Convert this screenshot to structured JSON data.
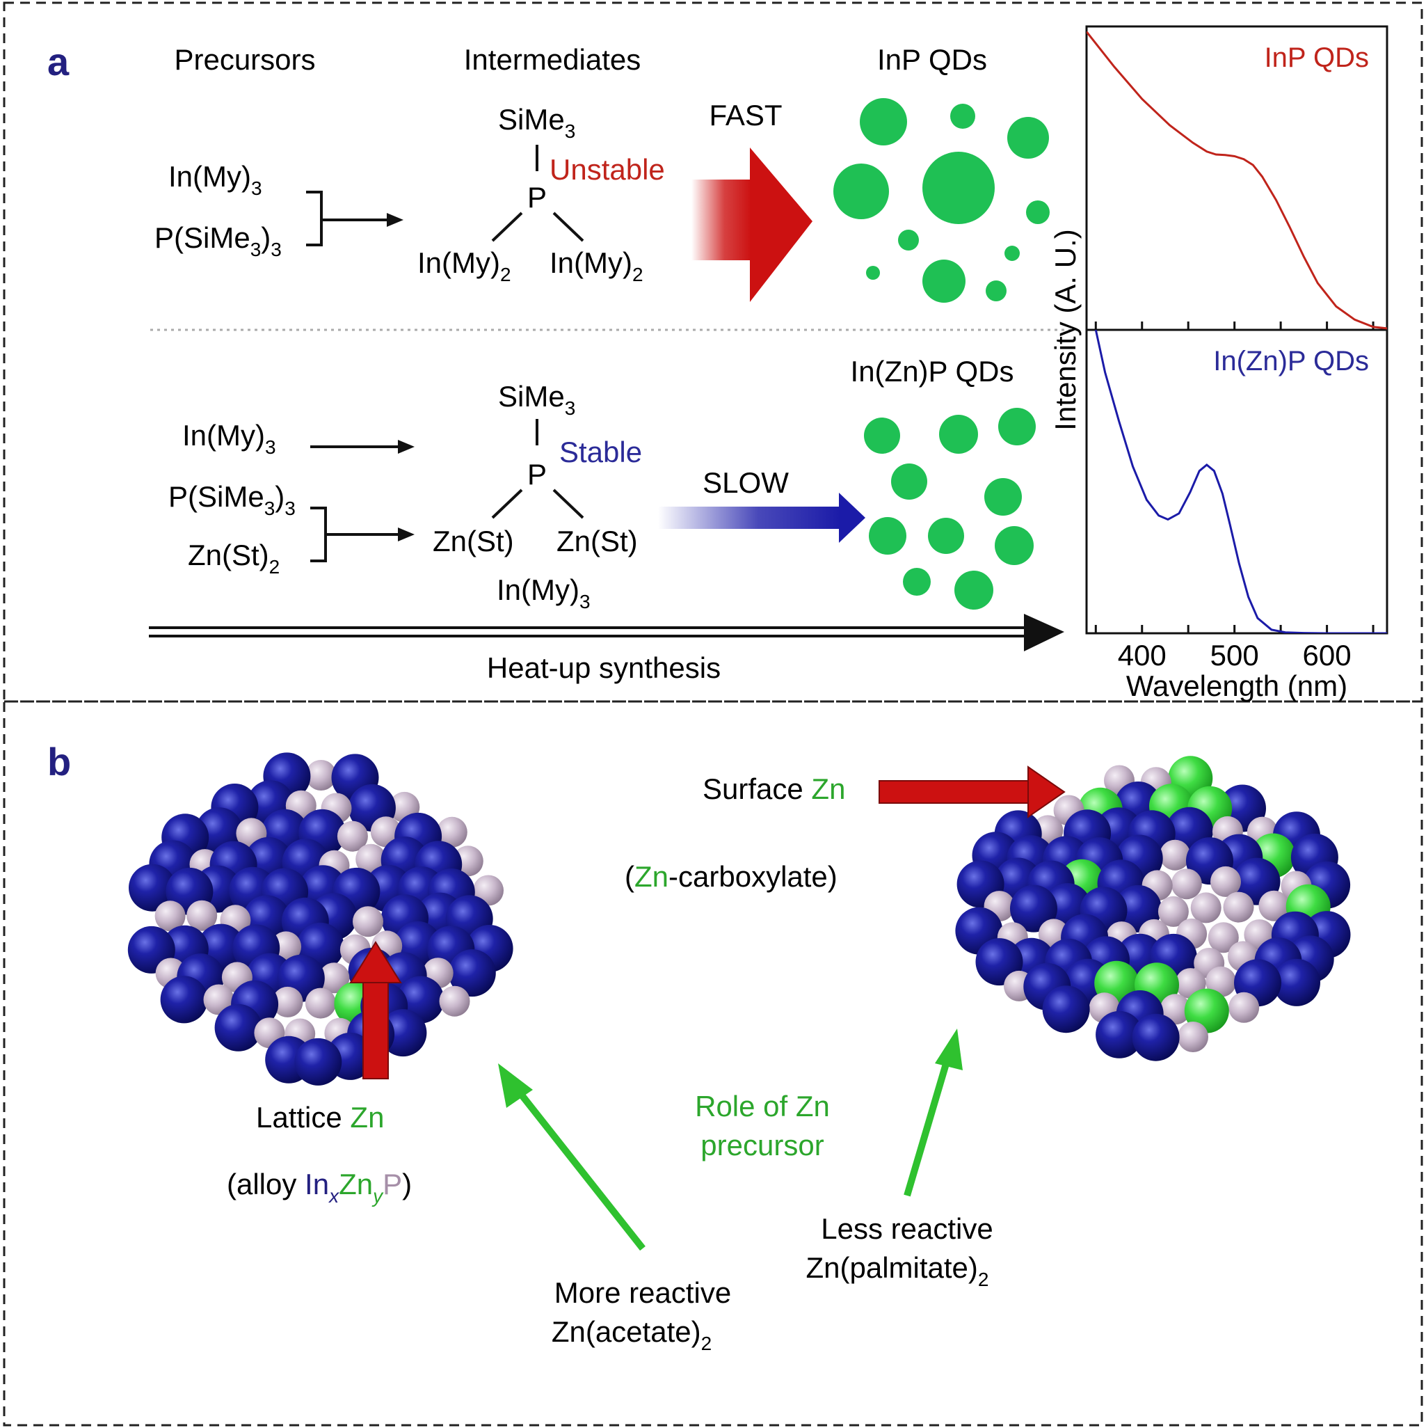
{
  "panel_a": {
    "letter": "a",
    "columns": {
      "precursors": "Precursors",
      "intermediates": "Intermediates",
      "inp_qds": "InP QDs"
    },
    "top": {
      "reagent1": {
        "base": "In(My)",
        "sub": "3"
      },
      "reagent2": {
        "base": "P(SiMe",
        "sub1": "3",
        "mid": ")",
        "sub2": "3"
      },
      "inter_top": {
        "base": "SiMe",
        "sub": "3"
      },
      "p_atom": "P",
      "stability": "Unstable",
      "ligand_left": {
        "base": "In(My)",
        "sub": "2"
      },
      "ligand_right": {
        "base": "In(My)",
        "sub": "2"
      },
      "rate": "FAST"
    },
    "bottom": {
      "qd_label": "In(Zn)P QDs",
      "reagent1": {
        "base": "In(My)",
        "sub": "3"
      },
      "reagent2": {
        "base": "P(SiMe",
        "sub1": "3",
        "mid": ")",
        "sub2": "3"
      },
      "reagent3": {
        "base": "Zn(St)",
        "sub": "2"
      },
      "inter_top": {
        "base": "SiMe",
        "sub": "3"
      },
      "p_atom": "P",
      "stability": "Stable",
      "ligand_left": "Zn(St)",
      "ligand_right": "Zn(St)",
      "ligand_below": {
        "base": "In(My)",
        "sub": "3"
      },
      "rate": "SLOW"
    },
    "process_label": "Heat-up synthesis",
    "spectra": {
      "ylabel": "Intensity (A. U.)",
      "xlabel": "Wavelength (nm)",
      "top_label": "InP QDs",
      "bottom_label": "In(Zn)P QDs",
      "x_ticks": [
        "400",
        "500",
        "600"
      ]
    }
  },
  "panel_b": {
    "letter": "b",
    "surface_label": {
      "pre": "Surface ",
      "zn": "Zn"
    },
    "surface_sub": {
      "open": "(",
      "zn": "Zn",
      "rest": "-carboxylate)"
    },
    "lattice_label": {
      "pre": "Lattice ",
      "zn": "Zn"
    },
    "alloy_label": {
      "pre": "(alloy ",
      "in": "In",
      "x": "x",
      "zn": "Zn",
      "y": "y",
      "p": "P",
      "close": ")"
    },
    "role_line1": "Role of Zn",
    "role_line2": "precursor",
    "more_line1": "More reactive",
    "more_line2": {
      "base": "Zn(acetate)",
      "sub": "2"
    },
    "less_line1": "Less reactive",
    "less_line2": {
      "base": "Zn(palmitate)",
      "sub": "2"
    }
  },
  "chart_data": [
    {
      "type": "line",
      "title": "InP QDs",
      "xlabel": "Wavelength (nm)",
      "ylabel": "Intensity (A. U.)",
      "xlim": [
        340,
        665
      ],
      "x_ticks": [
        400,
        500,
        600
      ],
      "series": [
        {
          "name": "InP QDs",
          "x": [
            340,
            370,
            400,
            430,
            455,
            470,
            480,
            490,
            500,
            510,
            520,
            530,
            545,
            560,
            575,
            590,
            610,
            630,
            650,
            665
          ],
          "y": [
            1.02,
            0.9,
            0.79,
            0.7,
            0.64,
            0.61,
            0.6,
            0.598,
            0.594,
            0.584,
            0.564,
            0.524,
            0.444,
            0.35,
            0.25,
            0.16,
            0.08,
            0.035,
            0.01,
            0.005
          ]
        }
      ]
    },
    {
      "type": "line",
      "title": "In(Zn)P QDs",
      "xlabel": "Wavelength (nm)",
      "ylabel": "Intensity (A. U.)",
      "xlim": [
        340,
        665
      ],
      "x_ticks": [
        400,
        500,
        600
      ],
      "series": [
        {
          "name": "In(Zn)P QDs",
          "x": [
            350,
            360,
            375,
            390,
            405,
            418,
            428,
            440,
            452,
            462,
            470,
            478,
            487,
            495,
            505,
            515,
            525,
            540,
            555,
            575,
            600,
            630,
            665
          ],
          "y": [
            1.0,
            0.86,
            0.7,
            0.55,
            0.44,
            0.388,
            0.375,
            0.395,
            0.465,
            0.535,
            0.555,
            0.535,
            0.46,
            0.36,
            0.23,
            0.12,
            0.05,
            0.012,
            0.003,
            0.001,
            0.0,
            0.0,
            0.0
          ]
        }
      ]
    }
  ]
}
